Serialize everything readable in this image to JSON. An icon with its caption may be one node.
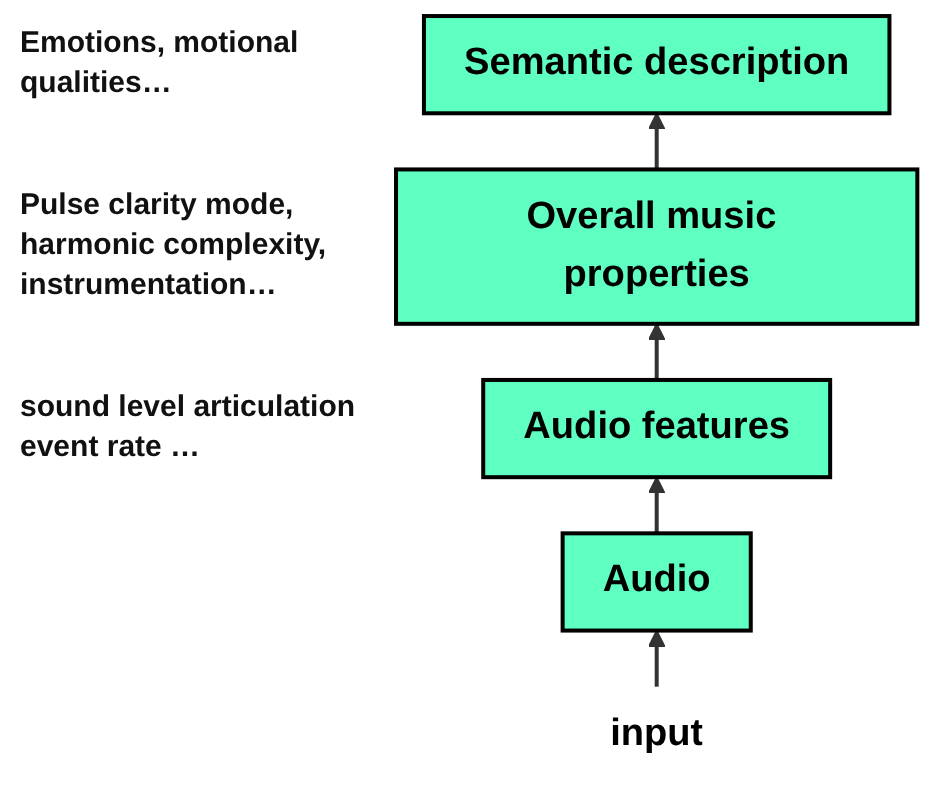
{
  "diagram": {
    "nodes": [
      {
        "text": [
          "Semantic description"
        ]
      },
      {
        "text": [
          "Overall music properties"
        ]
      },
      {
        "text": [
          "Audio features"
        ]
      },
      {
        "text": [
          "Audio"
        ]
      },
      {
        "text": [
          "input"
        ]
      }
    ],
    "edges": [
      {
        "from": 4,
        "to": 3,
        "arrow": "to"
      },
      {
        "from": 3,
        "to": 2,
        "arrow": "to"
      },
      {
        "from": 2,
        "to": 1,
        "arrow": "to"
      },
      {
        "from": 1,
        "to": 0,
        "arrow": "to"
      }
    ],
    "labels": [
      "Emotions, motional qualities…",
      "Pulse clarity mode, harmonic complexity, instrumentation…",
      "sound level articulation event rate …"
    ]
  }
}
